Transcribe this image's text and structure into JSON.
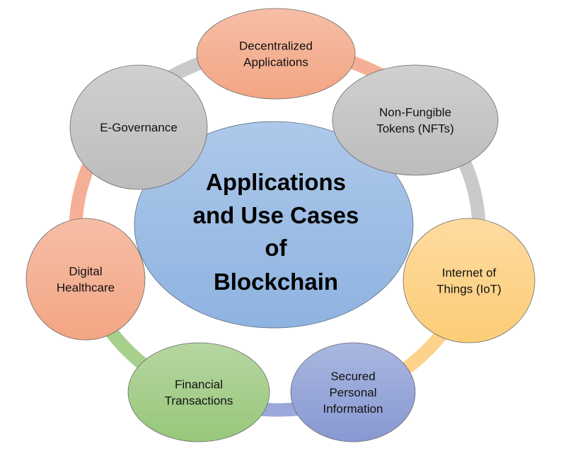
{
  "diagram": {
    "title_lines": [
      "Applications",
      "and Use Cases",
      "of",
      "Blockchain"
    ],
    "center_color": "#9dbde6",
    "nodes": [
      {
        "id": "decentralized-applications",
        "lines": [
          "Decentralized",
          "Applications"
        ],
        "color": "#f4b096",
        "ring_color": "#f4b096"
      },
      {
        "id": "non-fungible-tokens",
        "lines": [
          "Non-Fungible",
          "Tokens (NFTs)"
        ],
        "color": "#c8c8c8",
        "ring_color": "#cacaca"
      },
      {
        "id": "internet-of-things",
        "lines": [
          "Internet of",
          "Things (IoT)"
        ],
        "color": "#fdd28a",
        "ring_color": "#fdd28a"
      },
      {
        "id": "secured-personal-information",
        "lines": [
          "Secured",
          "Personal",
          "Information"
        ],
        "color": "#9aa8da",
        "ring_color": "#9aa8da"
      },
      {
        "id": "financial-transactions",
        "lines": [
          "Financial",
          "Transactions"
        ],
        "color": "#a8d08d",
        "ring_color": "#a8d08d"
      },
      {
        "id": "digital-healthcare",
        "lines": [
          "Digital",
          "Healthcare"
        ],
        "color": "#f4b096",
        "ring_color": "#f4b096"
      },
      {
        "id": "e-governance",
        "lines": [
          "E-Governance"
        ],
        "color": "#c8c8c8",
        "ring_color": "#cacaca"
      }
    ]
  }
}
